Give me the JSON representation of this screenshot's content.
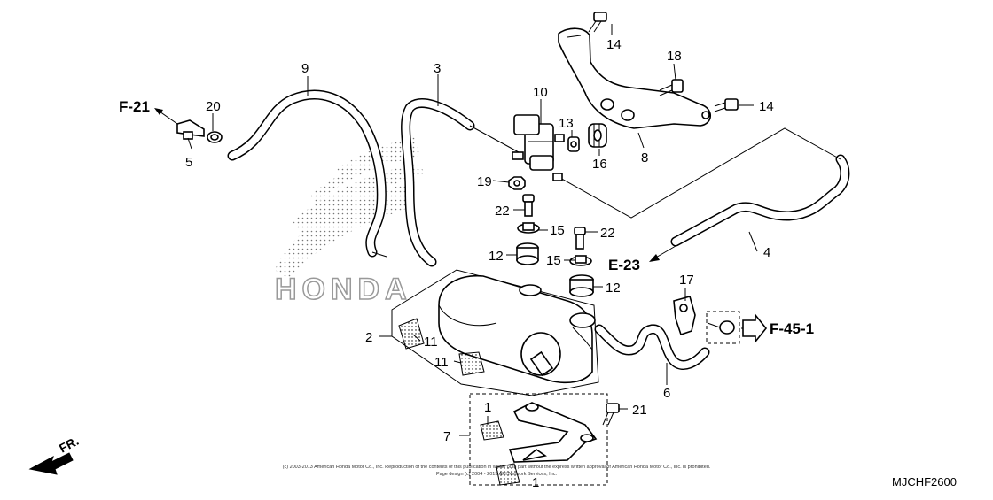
{
  "diagram": {
    "code": "MJCHF2600",
    "front_label": "FR.",
    "copyright": "(c) 2003-2013 American Honda Motor Co., Inc. Reproduction of the contents of this publication in whole or in part without the express written approval of American Honda Motor Co., Inc. is prohibited.",
    "copyright_line2": "Page design (c) 2004 - 2013 ARI Network Services, Inc."
  },
  "references": [
    {
      "id": "ref-f21",
      "text": "F-21"
    },
    {
      "id": "ref-e23",
      "text": "E-23"
    },
    {
      "id": "ref-f451",
      "text": "F-45-1"
    }
  ],
  "callouts": [
    "1",
    "2",
    "3",
    "4",
    "5",
    "6",
    "7",
    "8",
    "9",
    "10",
    "11",
    "12",
    "13",
    "14",
    "15",
    "16",
    "17",
    "18",
    "19",
    "20",
    "21",
    "22"
  ]
}
